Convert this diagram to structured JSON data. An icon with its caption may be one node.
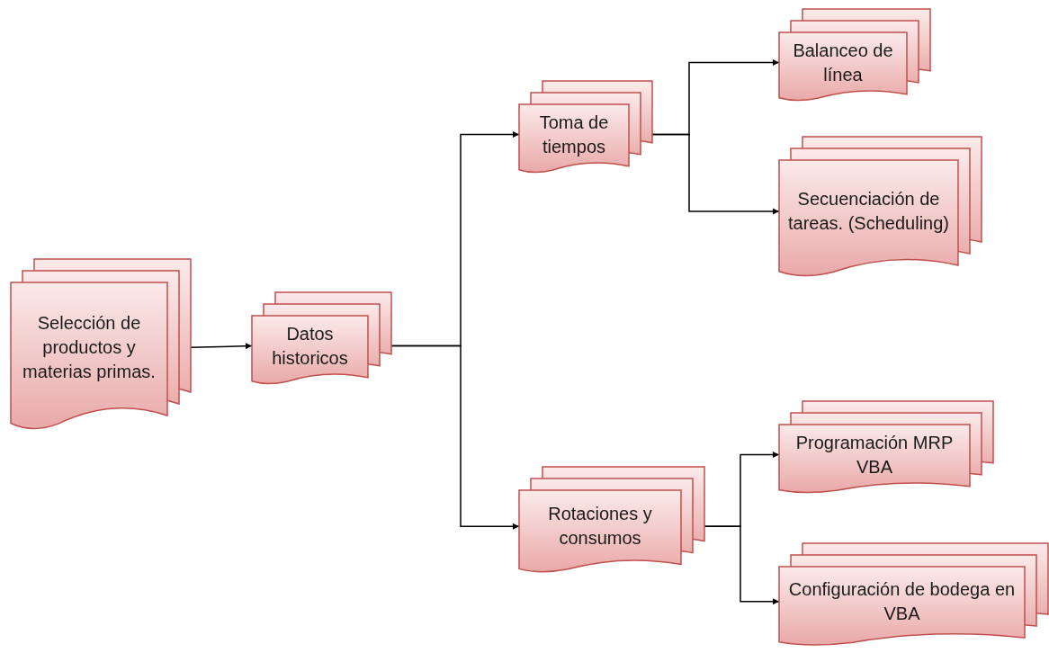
{
  "diagram": {
    "nodes": [
      {
        "text": [
          "Selección de productos y materias primas."
        ]
      },
      {
        "text": [
          "Datos historicos"
        ]
      },
      {
        "text": [
          "Toma de tiempos"
        ]
      },
      {
        "text": [
          "Balanceo de línea"
        ]
      },
      {
        "text": [
          "Secuenciación de tareas. (Scheduling)"
        ]
      },
      {
        "text": [
          "Rotaciones y consumos"
        ]
      },
      {
        "text": [
          "Programación MRP VBA"
        ]
      },
      {
        "text": [
          "Configuración de bodega en VBA"
        ]
      }
    ],
    "edges": [
      {
        "from": 0,
        "to": 1,
        "arrow": "to"
      },
      {
        "from": 1,
        "to": 2,
        "arrow": "to"
      },
      {
        "from": 1,
        "to": 5,
        "arrow": "to"
      },
      {
        "from": 2,
        "to": 3,
        "arrow": "to"
      },
      {
        "from": 2,
        "to": 4,
        "arrow": "to"
      },
      {
        "from": 5,
        "to": 6,
        "arrow": "to"
      },
      {
        "from": 5,
        "to": 7,
        "arrow": "to"
      }
    ]
  }
}
